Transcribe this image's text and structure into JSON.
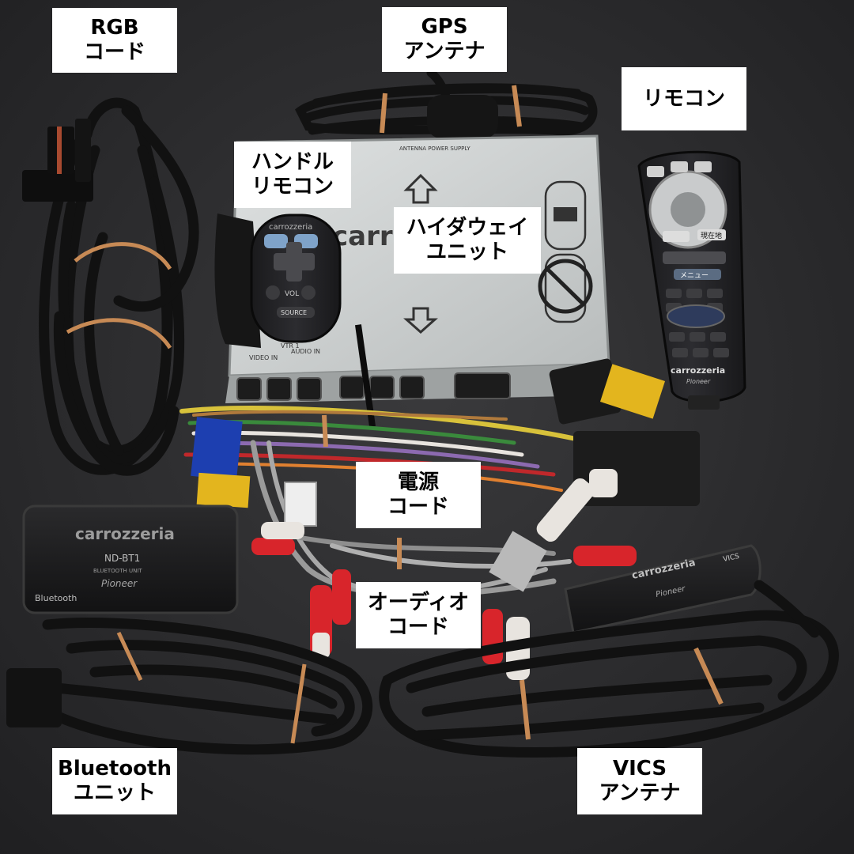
{
  "labels": {
    "rgb_cord": [
      "RGB",
      "コード"
    ],
    "gps_antenna": [
      "GPS",
      "アンテナ"
    ],
    "remote": [
      "リモコン"
    ],
    "steering_remote": [
      "ハンドル",
      "リモコン"
    ],
    "highway_unit": [
      "ハイダウェイ",
      "ユニット"
    ],
    "power_cord": [
      "電源",
      "コード"
    ],
    "audio_cord": [
      "オーディオ",
      "コード"
    ],
    "bluetooth_unit": [
      "Bluetooth",
      "ユニット"
    ],
    "vics_antenna": [
      "VICS",
      "アンテナ"
    ]
  },
  "device_text": {
    "brand_main": "carrozzeria",
    "brand_bt": "carrozzeria",
    "model_bt": "ND-BT1",
    "subtitle_bt": "BLUETOOTH UNIT",
    "maker_bt": "Pioneer",
    "bt_mark": "Bluetooth",
    "brand_vics": "carrozzeria",
    "maker_vics": "Pioneer",
    "brand_remote": "carrozzeria",
    "maker_remote": "Pioneer",
    "brand_steer": "carrozzeria",
    "steer_source": "SOURCE",
    "steer_vol": "VOL",
    "unit_in_video": "VIDEO IN",
    "unit_in_audio": "AUDIO IN",
    "unit_vtr": "VTR 1",
    "unit_top": "ANTENNA POWER SUPPLY",
    "remote_btn_now": "現在地",
    "remote_btn_menu": "メニュー",
    "vics_mark": "VICS"
  },
  "colors": {
    "background": "#2b2b2d",
    "unit_body": "#cdd0d0",
    "cable": "#141414",
    "rubber_band": "#c78a55",
    "label_bg": "#ffffff",
    "label_text": "#000000",
    "rca_red": "#d8252b",
    "rca_white": "#e8e4df",
    "tape_yellow": "#e3b51e",
    "tape_blue": "#1d3fb0"
  }
}
